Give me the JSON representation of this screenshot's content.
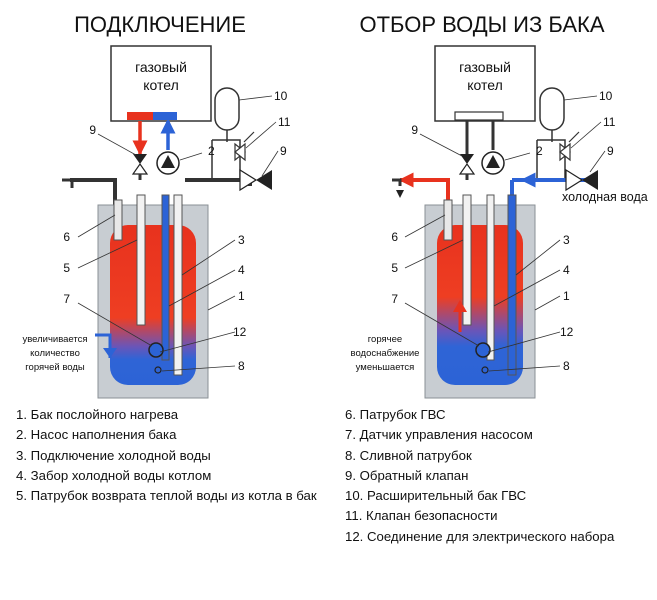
{
  "left_panel": {
    "title": "ПОДКЛЮЧЕНИЕ",
    "boiler_line1": "газовый",
    "boiler_line2": "котел",
    "note_lines": [
      "увеличивается",
      "количество",
      "горячей воды"
    ],
    "numbers": {
      "n1": "1",
      "n2": "2",
      "n3": "3",
      "n4": "4",
      "n5": "5",
      "n6": "6",
      "n7": "7",
      "n8": "8",
      "n9a": "9",
      "n9b": "9",
      "n10": "10",
      "n11": "11",
      "n12": "12"
    }
  },
  "right_panel": {
    "title": "ОТБОР ВОДЫ ИЗ БАКА",
    "boiler_line1": "газовый",
    "boiler_line2": "котел",
    "cold_water_label": "холодная вода",
    "note_lines": [
      "горячее",
      "водоснабжение",
      "уменьшается"
    ],
    "numbers": {
      "n1": "1",
      "n2": "2",
      "n3": "3",
      "n4": "4",
      "n5": "5",
      "n6": "6",
      "n7": "7",
      "n8": "8",
      "n9a": "9",
      "n9b": "9",
      "n10": "10",
      "n11": "11",
      "n12": "12"
    }
  },
  "legend_left": [
    "1. Бак послойного нагрева",
    "2. Насос наполнения бака",
    "3. Подключение холодной воды",
    "4. Забор холодной воды котлом",
    "5. Патрубок возврата теплой воды из котла в бак"
  ],
  "legend_right": [
    "6. Патрубок ГВС",
    "7. Датчик управления насосом",
    "8. Сливной патрубок",
    "9. Обратный клапан",
    "10. Расширительный бак ГВС",
    "11. Клапан безопасности",
    "12. Соединение для электрического набора"
  ],
  "colors": {
    "hot": "#e8321e",
    "cold": "#2c63d6",
    "tank_shell": "#c8cdd2",
    "line": "#333333"
  }
}
